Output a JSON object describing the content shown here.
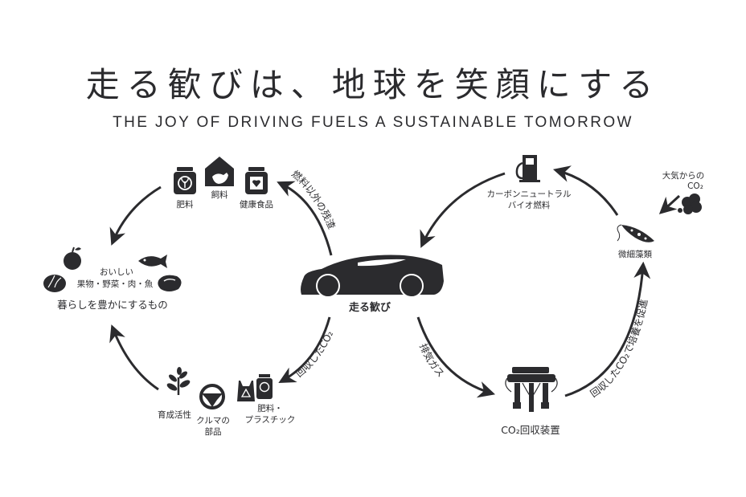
{
  "title": "走る歓びは、地球を笑顔にする",
  "subtitle": "THE JOY OF DRIVING FUELS A SUSTAINABLE TOMORROW",
  "colors": {
    "ink": "#2b2b2e",
    "background": "#ffffff"
  },
  "center": {
    "label": "走る歓び",
    "icon": "sports-car-icon"
  },
  "left_loop": {
    "top_items": [
      {
        "label": "肥料",
        "icon": "fertilizer-jar-icon"
      },
      {
        "label": "飼料",
        "icon": "barn-chicken-icon"
      },
      {
        "label": "健康食品",
        "icon": "health-food-jar-icon"
      }
    ],
    "food": {
      "line1": "おいしい",
      "line2": "果物・野菜・肉・魚",
      "caption": "暮らしを豊かにするもの",
      "icons": [
        "apple-icon",
        "fish-icon",
        "cabbage-icon",
        "steak-icon"
      ]
    },
    "bottom_items": [
      {
        "label": "育成活性",
        "icon": "plant-sprout-icon"
      },
      {
        "label_line1": "クルマの",
        "label_line2": "部品",
        "icon": "steering-wheel-icon"
      },
      {
        "label_line1": "肥料・",
        "label_line2": "プラスチック",
        "icon": "recycle-bag-icon"
      }
    ],
    "arc_labels": {
      "residue": "燃料以外の残渣",
      "recovered_co2": "回収したCO₂"
    }
  },
  "right_loop": {
    "fuel": {
      "line1": "カーボンニュートラル",
      "line2": "バイオ燃料",
      "icon": "fuel-pump-icon"
    },
    "atmosphere": {
      "line1": "大気からの",
      "line2": "CO₂",
      "icon": "cloud-icon"
    },
    "algae": {
      "label": "微細藻類",
      "icon": "microalgae-icon"
    },
    "capture": {
      "label": "CO₂回収装置",
      "icon": "co2-capture-device-icon"
    },
    "arc_labels": {
      "exhaust": "排気ガス",
      "cultivation": "回収したCO₂で培養を促進"
    }
  }
}
